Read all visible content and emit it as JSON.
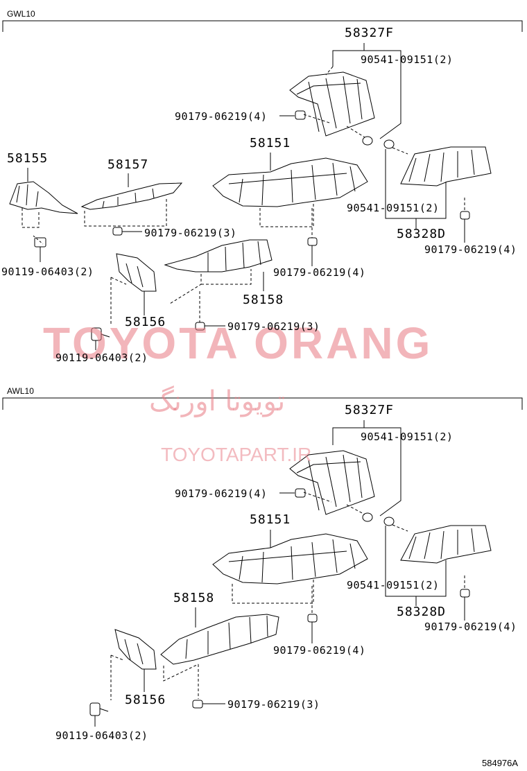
{
  "sections": [
    {
      "name": "GWL10",
      "labels": {
        "p58327F": "58327F",
        "b1": "90541-09151(2)",
        "n1": "90179-06219(4)",
        "p58155": "58155",
        "p58157": "58157",
        "p58151": "58151",
        "n2": "90179-06219(3)",
        "b2": "90541-09151(2)",
        "p58328D": "58328D",
        "n3": "90179-06219(4)",
        "bolt1": "90119-06403(2)",
        "n4": "90179-06219(4)",
        "p58158": "58158",
        "p58156": "58156",
        "n5": "90179-06219(3)",
        "bolt2": "90119-06403(2)"
      }
    },
    {
      "name": "AWL10",
      "labels": {
        "p58327F": "58327F",
        "b1": "90541-09151(2)",
        "n1": "90179-06219(4)",
        "p58151": "58151",
        "b2": "90541-09151(2)",
        "p58328D": "58328D",
        "n3": "90179-06219(4)",
        "p58158": "58158",
        "n4": "90179-06219(4)",
        "p58156": "58156",
        "n5": "90179-06219(3)",
        "bolt2": "90119-06403(2)"
      }
    }
  ],
  "watermark": {
    "brand": "TOYOTA ORANG",
    "persian": "تویوتا اورنگ",
    "site": "TOYOTAPART.IR"
  },
  "figure_code": "584976A",
  "colors": {
    "watermark": "#e87882",
    "line": "#000000"
  }
}
